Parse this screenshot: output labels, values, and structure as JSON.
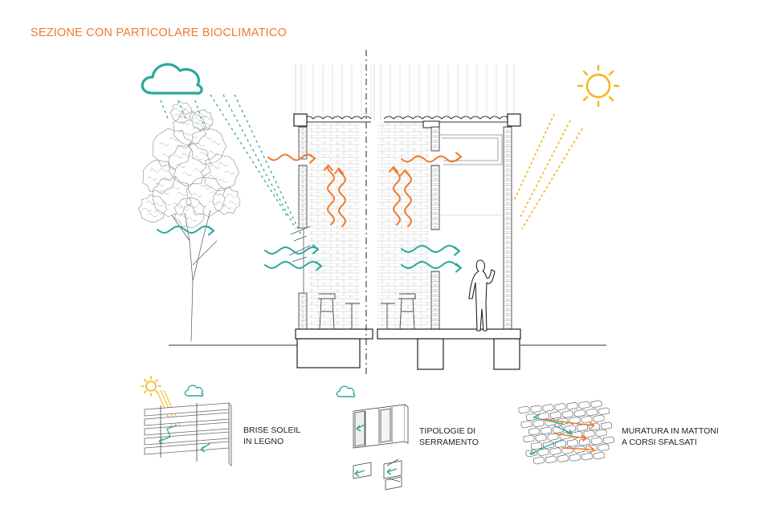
{
  "title": "SEZIONE  CON PARTICOLARE BIOCLIMATICO",
  "colors": {
    "orange": "#f07a2c",
    "teal": "#2aa99a",
    "sun_yellow": "#f5b21c",
    "line": "#444444",
    "brick": "#bdbdbd"
  },
  "icons": {
    "cloud": "cloud-icon",
    "sun": "sun-icon",
    "tree": "tree-icon",
    "person": "person-icon"
  },
  "legend": [
    {
      "line1": "BRISE SOLEIL",
      "line2": "IN LEGNO"
    },
    {
      "line1": "TIPOLOGIE DI",
      "line2": "SERRAMENTO"
    },
    {
      "line1": "MURATURA IN MATTONI",
      "line2": "A CORSI SFALSATI"
    }
  ]
}
